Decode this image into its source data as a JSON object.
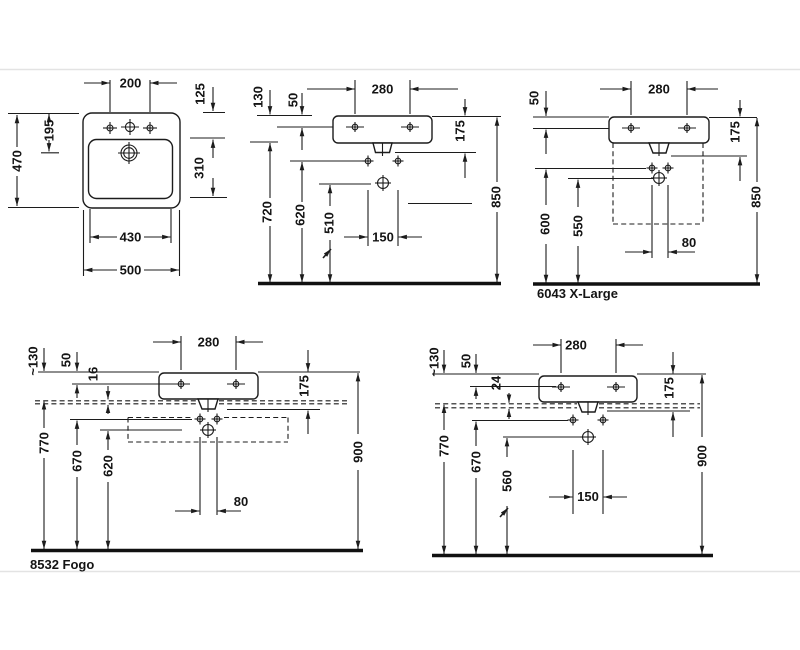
{
  "drawing": {
    "type": "washbasin-installation-dimensions",
    "line_color": "#1c1c1c",
    "background": "#ffffff"
  },
  "views": {
    "plan": {
      "dims": {
        "d200": "200",
        "d125": "125",
        "d195": "195",
        "d470": "470",
        "d310": "310",
        "d430": "430",
        "d500": "500"
      }
    },
    "front_wall": {
      "dims": {
        "d130": "130",
        "d50": "50",
        "d280": "280",
        "d175": "175",
        "d720": "720",
        "d620": "620",
        "d510": "510",
        "d150": "150",
        "d850": "850"
      }
    },
    "x_large": {
      "label": "6043  X-Large",
      "dims": {
        "d50": "50",
        "d280": "280",
        "d175": "175",
        "d600": "600",
        "d550": "550",
        "d80": "80",
        "d850": "850"
      }
    },
    "fogo": {
      "label": "8532 Fogo",
      "dims": {
        "d130": "~130",
        "d50": "50",
        "d16": "16",
        "d280": "280",
        "d175": "175",
        "d770": "770",
        "d670": "670",
        "d620": "620",
        "d80": "80",
        "d900": "900"
      }
    },
    "counter_24": {
      "dims": {
        "d130": "~130",
        "d50": "50",
        "d24": "24",
        "d280": "280",
        "d175": "175",
        "d770": "770",
        "d670": "670",
        "d560": "560",
        "d150": "150",
        "d900": "900"
      }
    }
  }
}
